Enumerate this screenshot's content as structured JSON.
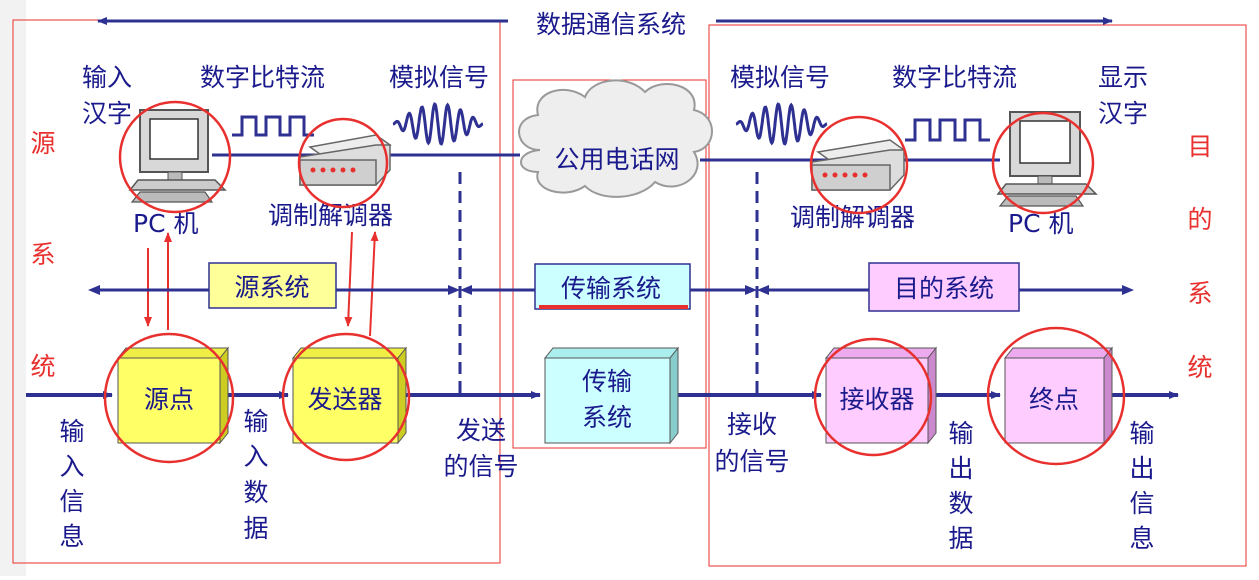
{
  "title": "数据通信系统",
  "top": {
    "input_chars": [
      "输入",
      "汉字"
    ],
    "digital_stream_left": "数字比特流",
    "analog_left": "模拟信号",
    "network": "公用电话网",
    "analog_right": "模拟信号",
    "digital_stream_right": "数字比特流",
    "display_chars": [
      "显示",
      "汉字"
    ],
    "pc_left": "PC 机",
    "modem_left": "调制解调器",
    "modem_right": "调制解调器",
    "pc_right": "PC 机"
  },
  "side": {
    "source_vertical": [
      "源",
      "系",
      "统"
    ],
    "dest_vertical": [
      "目",
      "的",
      "系",
      "统"
    ]
  },
  "middle": {
    "source_system": "源系统",
    "transmission_system": "传输系统",
    "dest_system": "目的系统"
  },
  "blocks": {
    "source": "源点",
    "transmitter": "发送器",
    "transmission": [
      "传输",
      "系统"
    ],
    "receiver": "接收器",
    "destination": "终点"
  },
  "flow": {
    "input_info": [
      "输",
      "入",
      "信",
      "息"
    ],
    "input_data": [
      "输",
      "入",
      "数",
      "据"
    ],
    "sent_signal": [
      "发送",
      "的信号"
    ],
    "received_signal": [
      "接收",
      "的信号"
    ],
    "output_data": [
      "输",
      "出",
      "数",
      "据"
    ],
    "output_info": [
      "输",
      "出",
      "信",
      "息"
    ]
  },
  "colors": {
    "navy": "#2e3192",
    "text": "#1a1a8c",
    "red": "#e8312f",
    "yellow": "#ffff66",
    "cyan": "#ccffff",
    "pink": "#ffccff"
  }
}
